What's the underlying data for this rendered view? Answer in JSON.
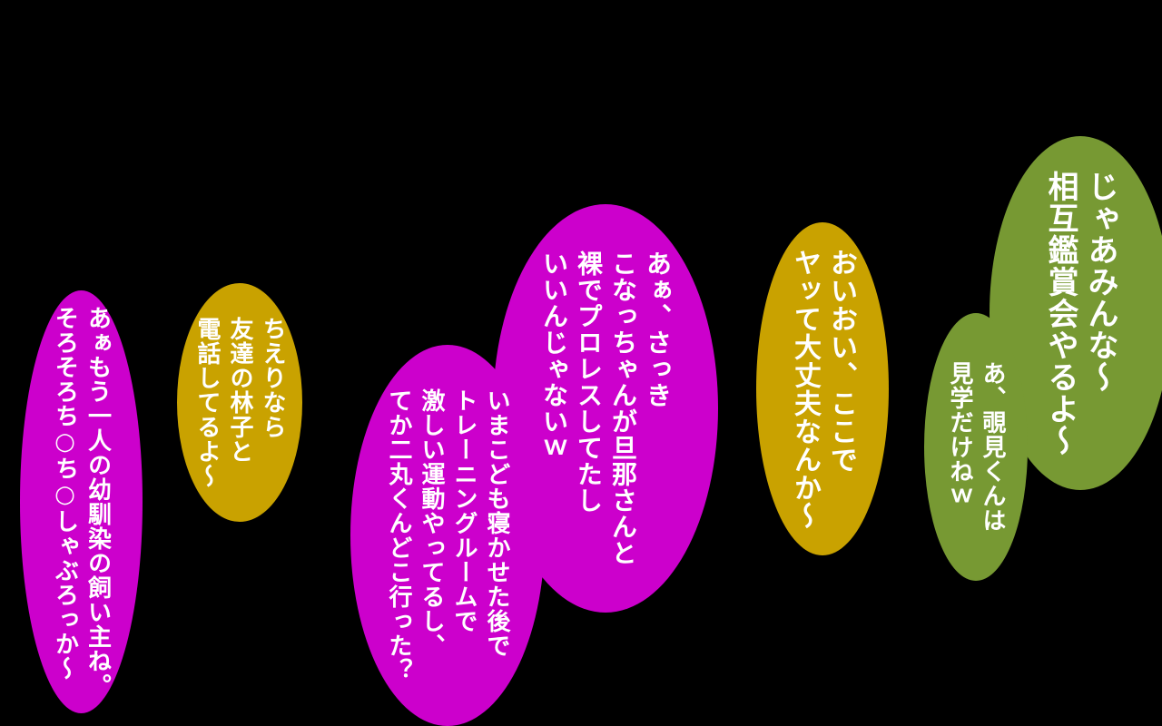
{
  "colors": {
    "background": "#000000",
    "bubble_magenta": "#cc00cc",
    "bubble_gold": "#c9a200",
    "bubble_olive": "#779933",
    "text": "#ffffff"
  },
  "bubbles": [
    {
      "text": "じゃあみんな〜\n相互鑑賞会やるよ〜"
    },
    {
      "text": "あ、覗見くんは\n見学だけねｗ"
    },
    {
      "text": "おいおい、ここで\nヤッて大丈夫なんか〜"
    },
    {
      "text": "あぁ、さっき\nこなっちゃんが旦那さんと\n裸でプロレスしてたし\nいいんじゃないｗ"
    },
    {
      "text": "いまこども寝かせた後で\nトレーニングルームで\n激しい運動やってるし、\nてか二丸くんどこ行った？"
    },
    {
      "text": "ちえりなら\n友達の林子と\n電話してるよ〜"
    },
    {
      "text": "あぁもう一人の幼馴染の飼い主ね。\nそろそろち○ち○しゃぶろっか〜"
    }
  ]
}
